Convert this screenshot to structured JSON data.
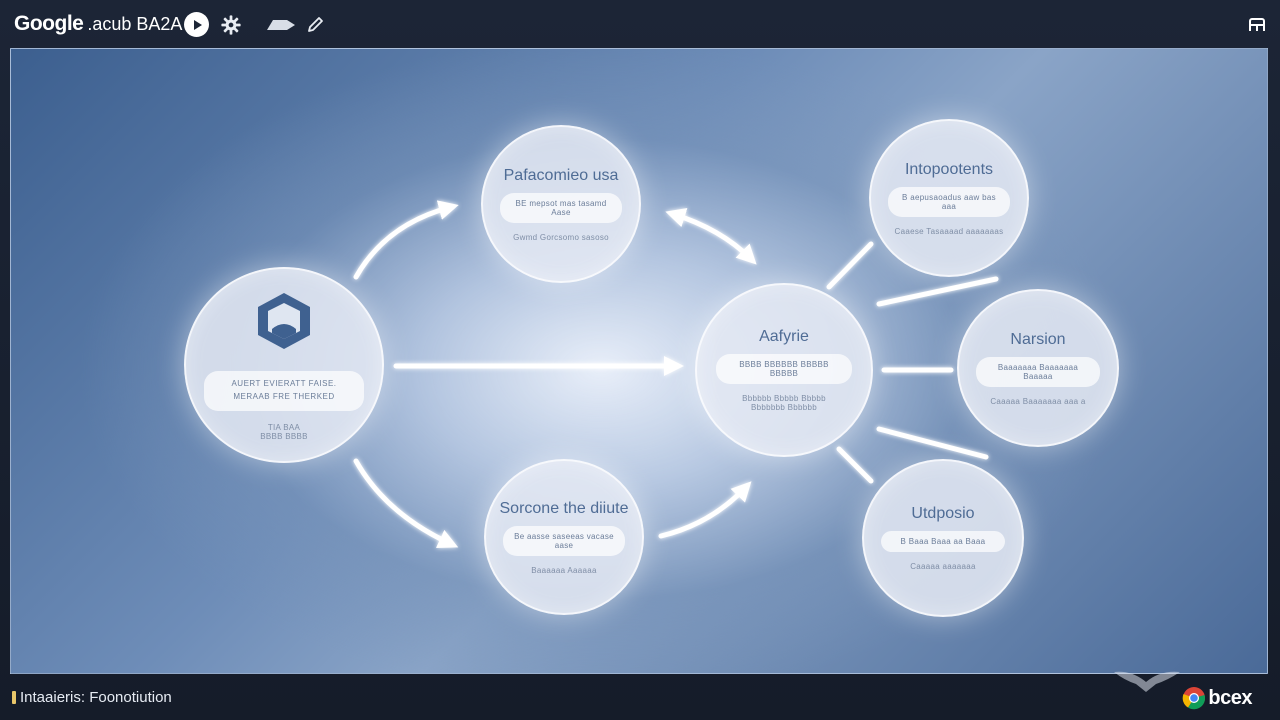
{
  "header": {
    "brand_logo": "Google",
    "brand_sub": ".acub BA2A",
    "icons": [
      "play-icon",
      "gear-icon",
      "flag-arrow-icon",
      "pencil-icon",
      "cast-icon"
    ]
  },
  "diagram": {
    "source_node": {
      "icon": "hexagon-shield-icon",
      "pill_line1": "AUERT EVIERATT FAISE.",
      "pill_line2": "MERAAB FRE THERKED",
      "caption_line1": "TIA BAA",
      "caption_line2": "BBBB BBBB"
    },
    "top_node": {
      "title": "Pafacomieo usa",
      "pill": "BE mepsot mas tasamd Aase",
      "caption": "Gwmd    Gorcsomo sasoso"
    },
    "bottom_node": {
      "title": "Sorcone the diiute",
      "pill": "Be aasse saseeas vacase aase",
      "caption": "Baaaaaa Aaaaaa"
    },
    "hub_node": {
      "title": "Aafyrie",
      "pill": "BBBB BBBBBB BBBBB BBBBB",
      "caption_line1": "Bbbbbb Bbbbb Bbbbb",
      "caption_line2": "Bbbbbbb Bbbbbb"
    },
    "right_top_node": {
      "title": "Intopootents",
      "pill": "B aepusaoadus aaw bas aaa",
      "caption": "Caaese    Tasaaaad aaaaaaas"
    },
    "right_mid_node": {
      "title": "Narsion",
      "pill": "Baaaaaaa Baaaaaaa Baaaaa",
      "caption": "Caaaaa    Baaaaaaa aaa a"
    },
    "right_bottom_node": {
      "title": "Utdposio",
      "pill": "B Baaa Baaa aa Baaa",
      "caption": "Caaaaa aaaaaaa"
    }
  },
  "footer": {
    "status_text": "Intaaieris: Foonotiution",
    "corner_brand_text": "bcex"
  },
  "colors": {
    "accent": "#4f6c95",
    "panel_blue": "#3c5f8f",
    "status_dot": "#e8c66a"
  }
}
